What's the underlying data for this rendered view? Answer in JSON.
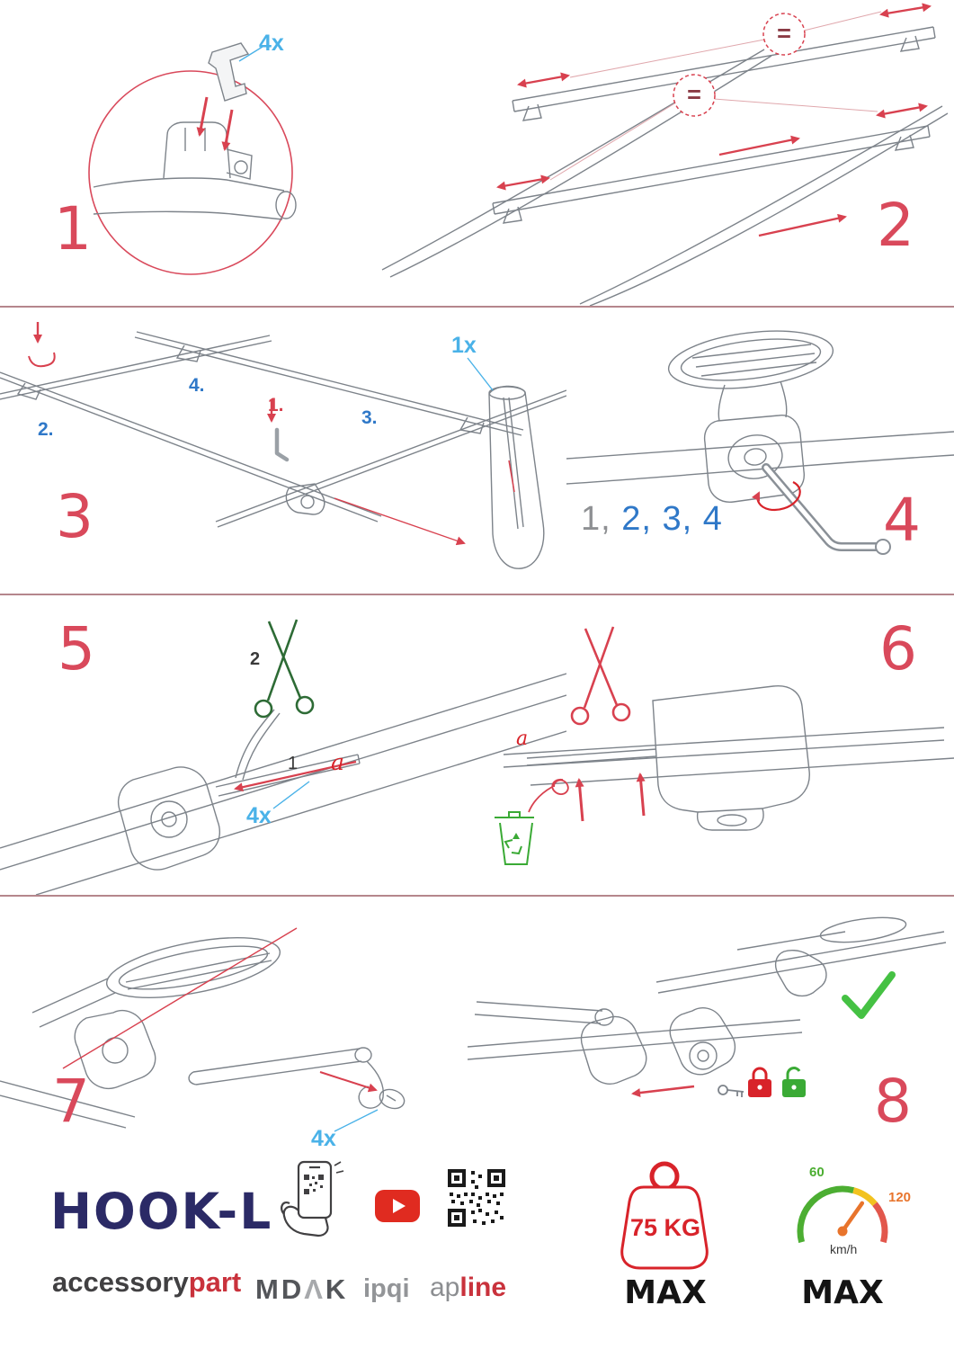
{
  "steps": {
    "s1": {
      "number": "1",
      "qty": "4x"
    },
    "s2": {
      "number": "2",
      "eq1": "=",
      "eq2": "="
    },
    "s3": {
      "number": "3",
      "qty": "1x",
      "n1": "1.",
      "n2": "2.",
      "n3": "3.",
      "n4": "4."
    },
    "s4": {
      "number": "4",
      "seq_done": "1,",
      "seq_todo": "2, 3, 4"
    },
    "s5": {
      "number": "5",
      "cut_order_2": "2",
      "cut_order_1": "1",
      "a_label": "a",
      "qty": "4x"
    },
    "s6": {
      "number": "6",
      "a_label": "a"
    },
    "s7": {
      "number": "7",
      "qty": "4x"
    },
    "s8": {
      "number": "8"
    }
  },
  "footer": {
    "product_name": "HOOK-L",
    "brand_text_dark": "accessory",
    "brand_text_red": "part",
    "logo_mdak_prefix": "MD",
    "logo_mdak_lambda": "Λ",
    "logo_mdak_suffix": "K",
    "logo_ipqi": "ipqi",
    "logo_apline_gray": "ap",
    "logo_apline_red": "line",
    "max_load": "75 KG",
    "max_load_caption": "MAX",
    "speed_min": "60",
    "speed_max_value": "120",
    "speed_unit": "km/h",
    "speed_caption": "MAX"
  },
  "colors": {
    "step_number_red": "#d9495b",
    "arrow_red": "#d8414f",
    "label_blue": "#4ab2e8",
    "sequence_blue": "#2f78c8",
    "safety_green": "#3aaa35",
    "brand_navy": "#2b2a66",
    "brand_red": "#c9323c"
  }
}
